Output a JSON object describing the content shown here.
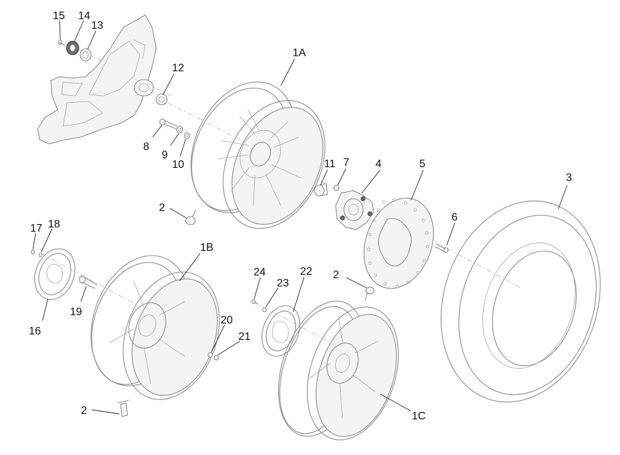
{
  "diagram": {
    "callouts": [
      {
        "id": "15",
        "label": "15"
      },
      {
        "id": "14",
        "label": "14"
      },
      {
        "id": "13",
        "label": "13"
      },
      {
        "id": "12",
        "label": "12"
      },
      {
        "id": "1A",
        "label": "1A"
      },
      {
        "id": "8",
        "label": "8"
      },
      {
        "id": "9",
        "label": "9"
      },
      {
        "id": "10",
        "label": "10"
      },
      {
        "id": "11",
        "label": "11"
      },
      {
        "id": "7",
        "label": "7"
      },
      {
        "id": "4",
        "label": "4"
      },
      {
        "id": "5",
        "label": "5"
      },
      {
        "id": "3",
        "label": "3"
      },
      {
        "id": "2a",
        "label": "2"
      },
      {
        "id": "6",
        "label": "6"
      },
      {
        "id": "17",
        "label": "17"
      },
      {
        "id": "18",
        "label": "18"
      },
      {
        "id": "1B",
        "label": "1B"
      },
      {
        "id": "24",
        "label": "24"
      },
      {
        "id": "23",
        "label": "23"
      },
      {
        "id": "22",
        "label": "22"
      },
      {
        "id": "2b",
        "label": "2"
      },
      {
        "id": "16",
        "label": "16"
      },
      {
        "id": "19",
        "label": "19"
      },
      {
        "id": "20",
        "label": "20"
      },
      {
        "id": "21",
        "label": "21"
      },
      {
        "id": "2c",
        "label": "2"
      },
      {
        "id": "1C",
        "label": "1C"
      }
    ]
  }
}
